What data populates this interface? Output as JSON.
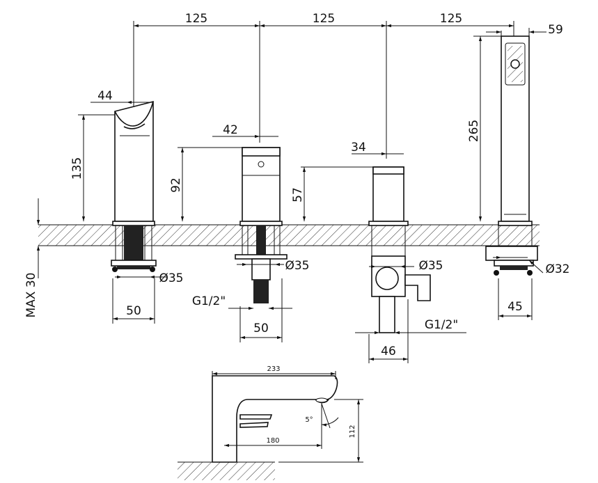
{
  "dimensions": {
    "top_spacing": [
      "125",
      "125",
      "125"
    ],
    "handshower_width": "59",
    "spout_depth": "44",
    "spout_height": "135",
    "valve1_depth": "42",
    "valve1_height": "92",
    "valve2_depth": "34",
    "valve2_height": "57",
    "handshower_height": "265",
    "max_deck": "MAX 30",
    "hole1": "Ø35",
    "hole2": "Ø35",
    "hole3": "Ø35",
    "hole4": "Ø32",
    "base1": "50",
    "base2": "50",
    "base3": "46",
    "base4": "45",
    "thread1": "G1/2\"",
    "thread2": "G1/2\""
  },
  "side_view": {
    "length": "233",
    "reach": "180",
    "height": "112",
    "angle": "5°"
  }
}
